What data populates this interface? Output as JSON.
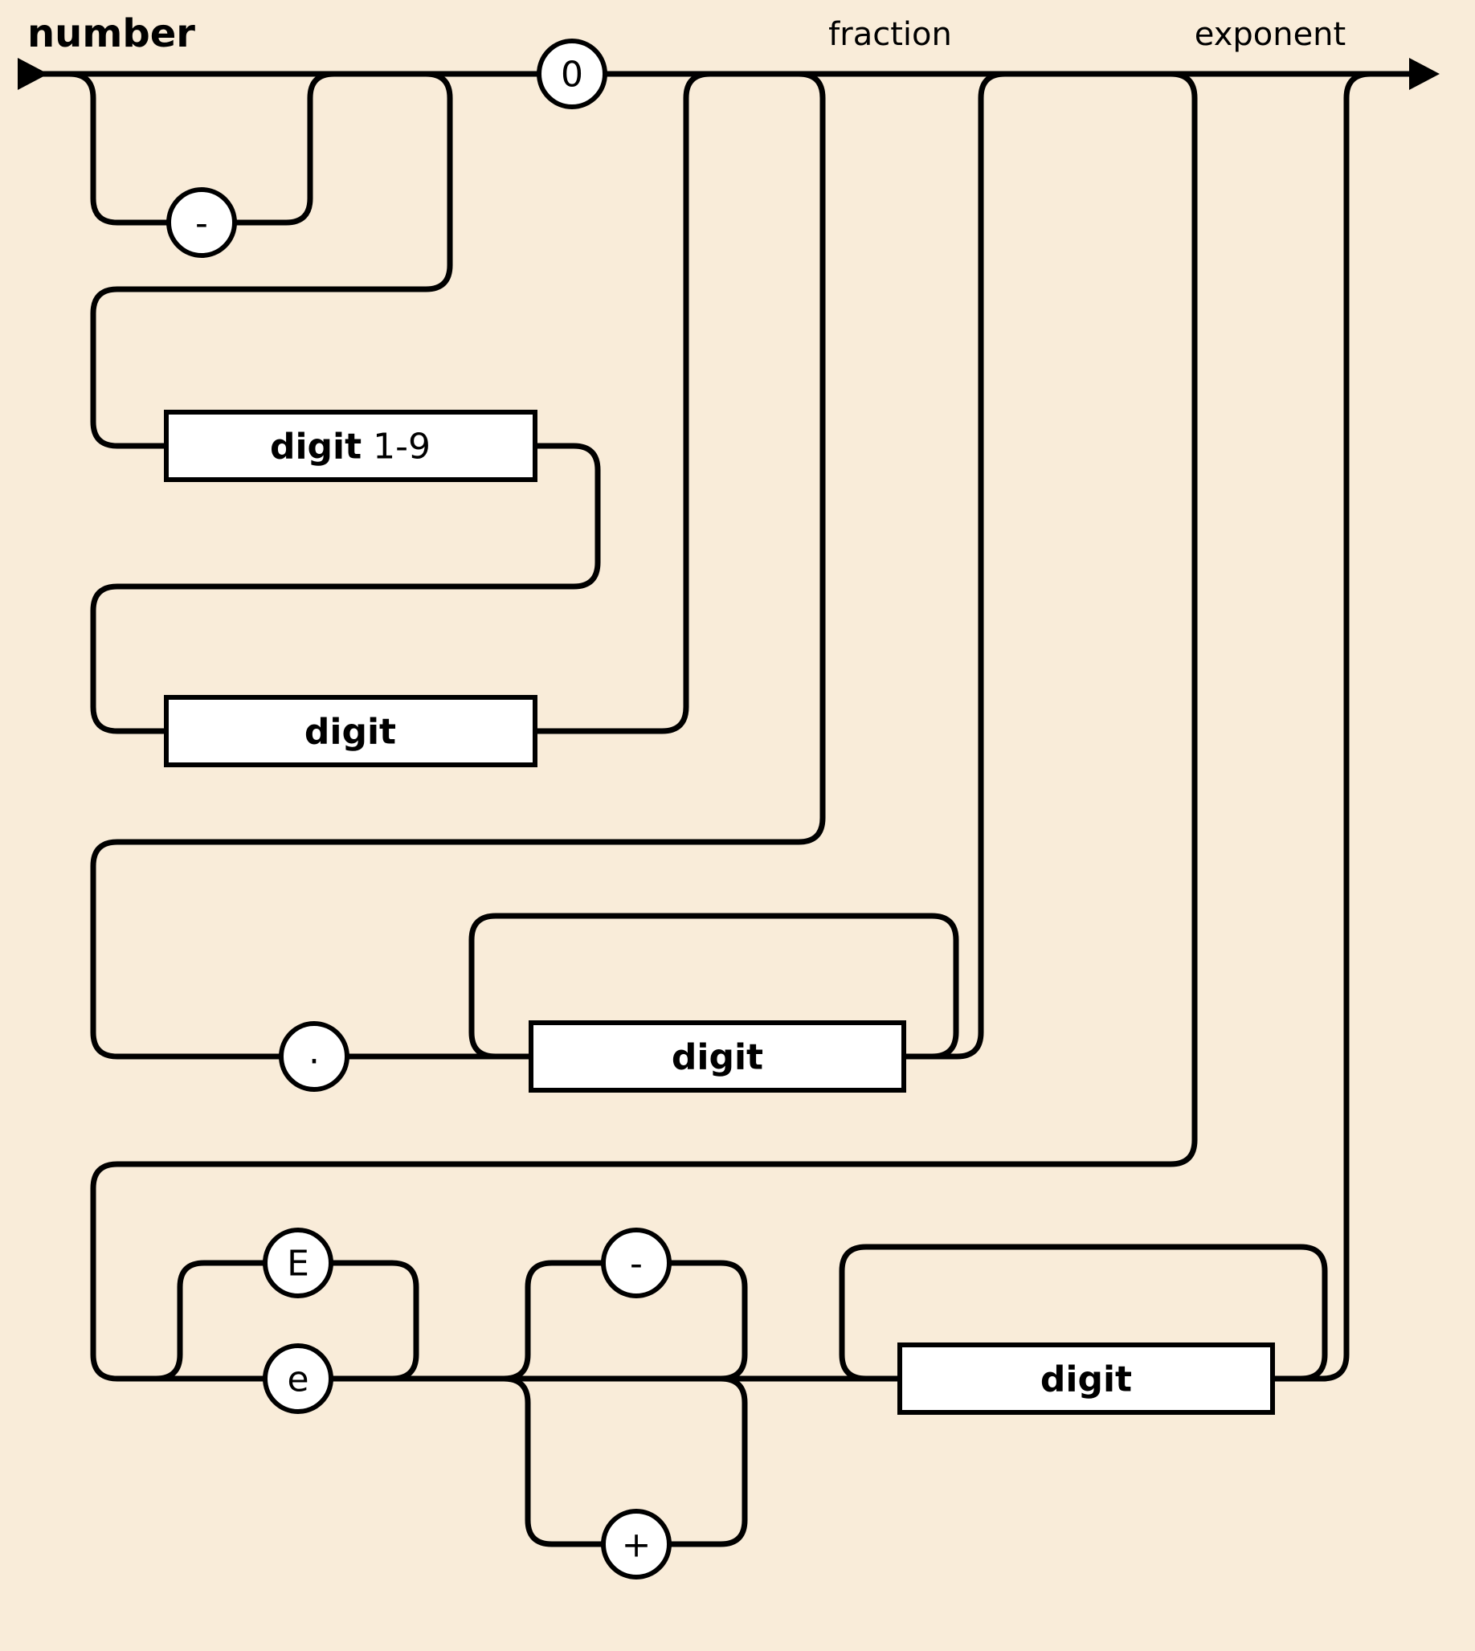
{
  "diagram": {
    "type": "railroad-syntax-diagram",
    "labels": {
      "title": "number",
      "fraction": "fraction",
      "exponent": "exponent"
    },
    "terminals": {
      "zero": "0",
      "minus": "-",
      "dot": ".",
      "upper_e": "E",
      "lower_e": "e",
      "exp_minus": "-",
      "exp_plus": "+"
    },
    "nonterminals": {
      "digit19_name": "digit",
      "digit19_range": "1-9",
      "int_digit": "digit",
      "frac_digit": "digit",
      "exp_digit": "digit"
    },
    "colors": {
      "background": "#f9ecd9",
      "rail": "#000000",
      "node_fill": "#ffffff",
      "node_stroke": "#000000",
      "text": "#000000"
    }
  }
}
